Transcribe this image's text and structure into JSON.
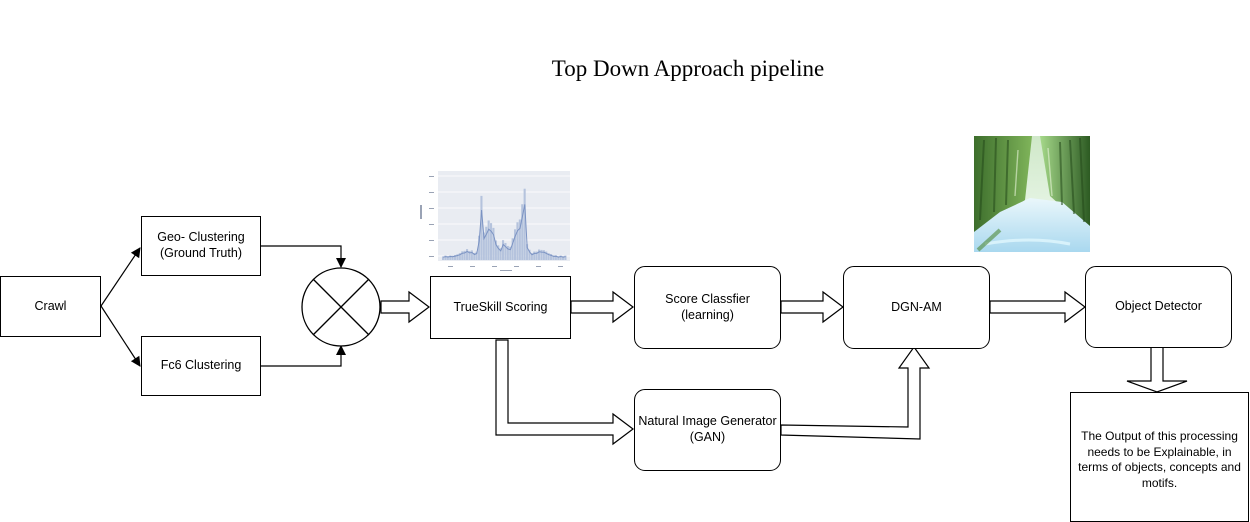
{
  "title": "Top Down Approach pipeline",
  "nodes": {
    "crawl": "Crawl",
    "geo_clustering": "Geo- Clustering\n(Ground Truth)",
    "fc6_clustering": "Fc6 Clustering",
    "trueskill": "TrueSkill Scoring",
    "score_classifier": "Score Classfier\n(learning)",
    "nig": "Natural Image Generator\n(GAN)",
    "dgn_am": "DGN-AM",
    "object_detector": "Object Detector",
    "output_note": "The Output of this processing needs to be Explainable, in terms of objects, concepts and motifs."
  },
  "images": {
    "histogram": "histogram-thumbnail",
    "generated": "generated-image-thumbnail"
  },
  "colors": {
    "histogram_fill": "#b5c3dd",
    "histogram_line": "#7b93c3",
    "histogram_bg": "#e9ecf2"
  }
}
